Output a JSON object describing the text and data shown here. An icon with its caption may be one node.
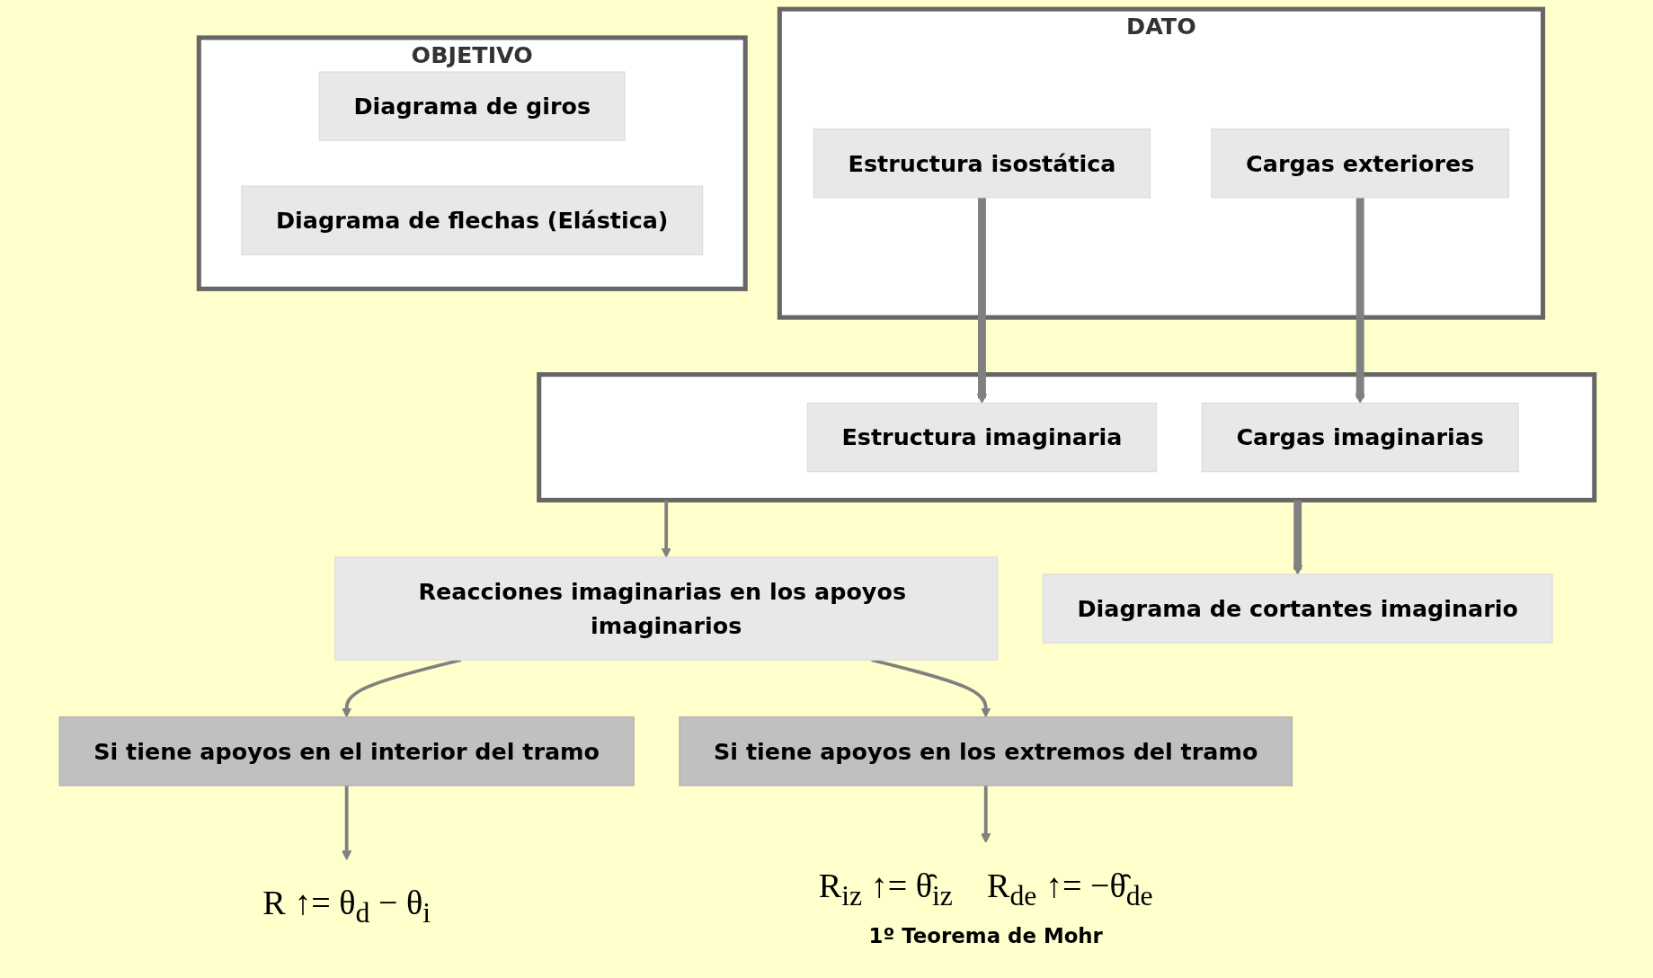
{
  "diagram": {
    "nodes": [
      {
        "text": [
          "DATO"
        ]
      },
      {
        "text": [
          "Estructura isostática"
        ],
        "in": 0
      },
      {
        "text": [
          "Cargas exteriores"
        ],
        "in": 0
      },
      {
        "text": [],
        "shape": "box"
      },
      {
        "text": [
          "Estructura imaginaria"
        ],
        "in": 3
      },
      {
        "text": [
          "Cargas imaginarias"
        ],
        "in": 3
      },
      {
        "text": [
          "Reacciones imaginarias en los apoyos imaginarios"
        ]
      },
      {
        "text": [
          "Si tiene apoyos en el interior del tramo"
        ]
      },
      {
        "text": [
          "Si tiene apoyos en los extremos del tramo"
        ]
      },
      {
        "text": [
          "R ↑= θ$_{d}$ − θ$_{i}$"
        ]
      },
      {
        "text": [
          "R$_{iz}$ ↑= θ̑$_{iz}$",
          "R$_{de}$ ↑= −θ̑$_{de}$",
          "1º Teorema de Mohr"
        ]
      },
      {
        "text": [
          "Diagrama de cortantes imaginario"
        ]
      },
      {
        "text": [
          "OBJETIVO"
        ]
      },
      {
        "text": [
          "Diagrama de giros"
        ],
        "in": 12
      },
      {
        "text": [
          "Diagrama de flechas (Elástica)"
        ],
        "in": 12
      }
    ],
    "edges": [
      {
        "from": 1,
        "to": 4,
        "arrow": "to",
        "style": "thick"
      },
      {
        "from": 2,
        "to": 5,
        "arrow": "to",
        "style": "thick"
      },
      {
        "from": 3,
        "to": 6,
        "arrow": "to"
      },
      {
        "from": 6,
        "to": 7,
        "arrow": "to"
      },
      {
        "from": 6,
        "to": 8,
        "arrow": "to"
      },
      {
        "from": 7,
        "to": 9,
        "arrow": "to"
      },
      {
        "from": 8,
        "to": 10,
        "arrow": "to"
      },
      {
        "from": 3,
        "to": 11,
        "arrow": "to",
        "style": "thick"
      }
    ]
  }
}
